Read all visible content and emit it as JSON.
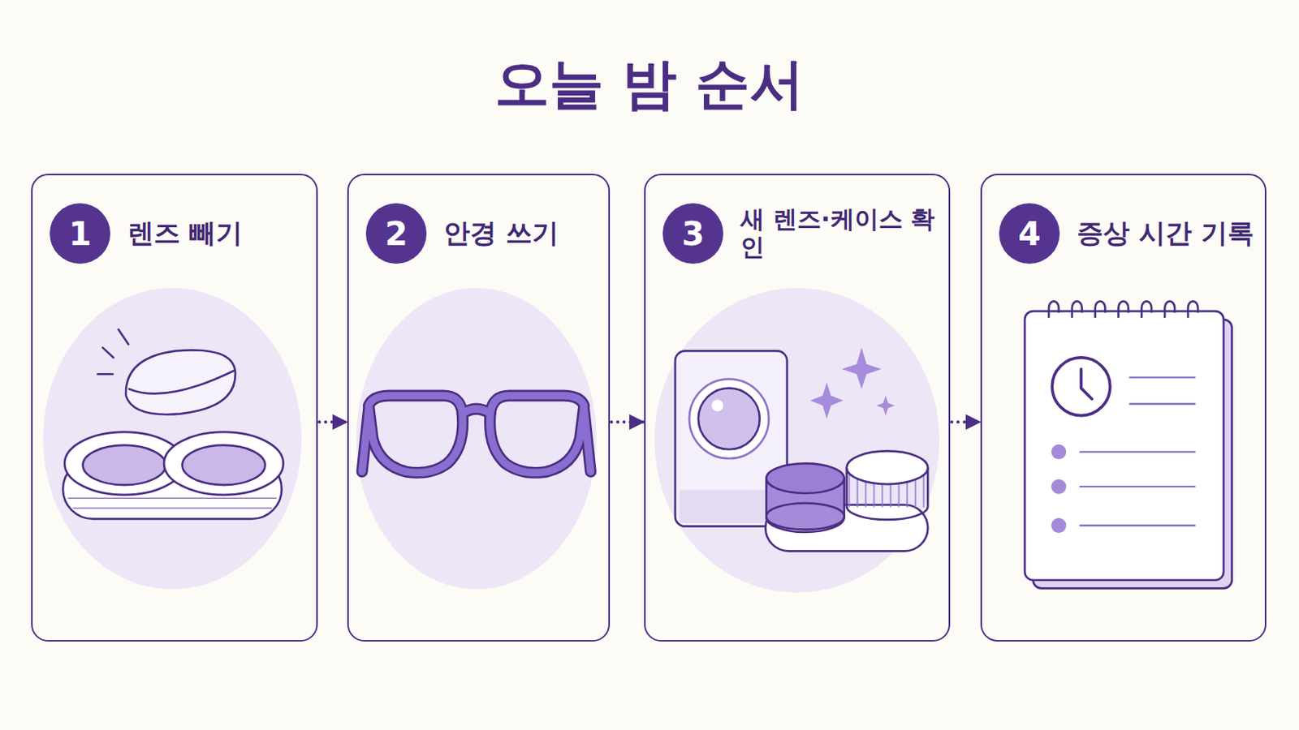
{
  "diagram": {
    "title": "오늘 밤 순서",
    "nodes": [
      {
        "text": [
          "렌즈 빼기"
        ]
      },
      {
        "text": [
          "1"
        ],
        "in": 0
      },
      {
        "text": [
          "안경 쓰기"
        ]
      },
      {
        "text": [
          "2"
        ],
        "in": 2
      },
      {
        "text": [
          "새 렌즈·케이스 확인"
        ]
      },
      {
        "text": [
          "3"
        ],
        "in": 4
      },
      {
        "text": [
          "증상 시간 기록"
        ]
      },
      {
        "text": [
          "4"
        ],
        "in": 6
      }
    ],
    "edges": [
      {
        "from": 0,
        "to": 2,
        "arrow": "to"
      },
      {
        "from": 2,
        "to": 4,
        "arrow": "to"
      },
      {
        "from": 4,
        "to": 6,
        "arrow": "to"
      }
    ]
  }
}
